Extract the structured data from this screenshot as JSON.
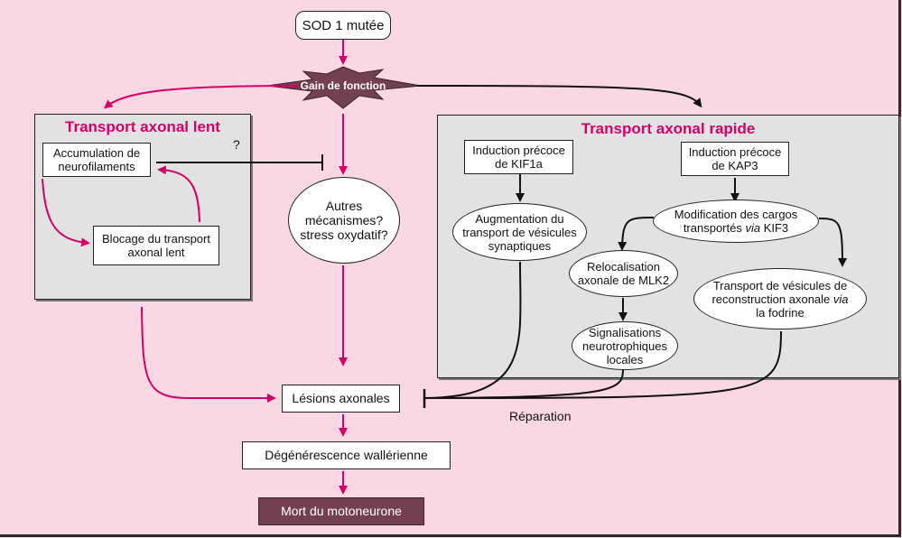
{
  "colors": {
    "background": "#f9d8e4",
    "panel": "#e2e2e2",
    "accent": "#d4006a",
    "star": "#72404f",
    "death_box": "#72404f"
  },
  "nodes": {
    "sod": "SOD 1 mutée",
    "gain": "Gain de fonction",
    "others_l1": "Autres",
    "others_l2": "mécanismes?",
    "others_l3": "stress oxydatif?",
    "lesions": "Lésions axonales",
    "degen": "Dégénérescence wallérienne",
    "death": "Mort du motoneurone",
    "repair": "Réparation",
    "question": "?"
  },
  "slow_panel": {
    "title": "Transport axonal lent",
    "accum_l1": "Accumulation de",
    "accum_l2": "neurofilaments",
    "block_l1": "Blocage du transport",
    "block_l2": "axonal lent"
  },
  "fast_panel": {
    "title": "Transport axonal rapide",
    "kif1a_l1": "Induction précoce",
    "kif1a_l2": "de KIF1a",
    "kap3_l1": "Induction précoce",
    "kap3_l2": "de KAP3",
    "augm_l1": "Augmentation du",
    "augm_l2": "transport de vésicules",
    "augm_l3": "synaptiques",
    "modif_l1": "Modification des cargos",
    "modif_l2a": "transportés ",
    "modif_l2b": "via",
    "modif_l2c": " KIF3",
    "reloc_l1": "Relocalisation",
    "reloc_l2": "axonale de MLK2",
    "signal_l1": "Signalisations",
    "signal_l2": "neurotrophiques",
    "signal_l3": "locales",
    "vesic_l1": "Transport de vésicules de",
    "vesic_l2a": "reconstruction axonale ",
    "vesic_l2b": "via",
    "vesic_l3": "la fodrine"
  }
}
